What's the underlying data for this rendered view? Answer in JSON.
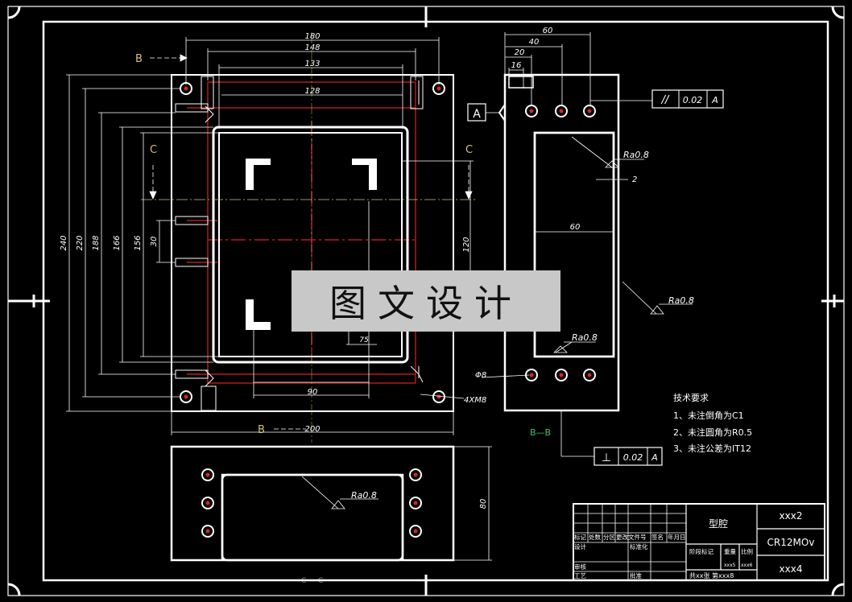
{
  "markers": {
    "section_B_top": "B",
    "section_C_left": "C",
    "section_C_right": "C",
    "section_B_bottom": "B",
    "section_BB": "B—B",
    "datum_A": "A"
  },
  "dims_top": {
    "d180": "180",
    "d148": "148",
    "d133": "133",
    "d128": "128"
  },
  "dims_left": {
    "d240": "240",
    "d220": "220",
    "d188": "188",
    "d166": "166",
    "d156": "156",
    "d30": "30"
  },
  "dims_inner": {
    "d120": "120",
    "d90": "90",
    "d75": "75",
    "d200": "200"
  },
  "dims_side": {
    "d60": "60",
    "d40": "40",
    "d20": "20",
    "d16": "16",
    "d2": "2",
    "d60b": "60"
  },
  "dims_bottom": {
    "d80": "80"
  },
  "callouts": {
    "phi8": "Φ8",
    "holes": "4XM8",
    "ra1": "Ra0.8",
    "ra2": "Ra0.8",
    "ra3": "Ra0.8",
    "ra4": "Ra0.8"
  },
  "tolerances": {
    "parallel": {
      "symbol": "//",
      "value": "0.02",
      "datum": "A"
    },
    "perpendicular": {
      "symbol": "⊥",
      "value": "0.02",
      "datum": "A"
    }
  },
  "notes": {
    "title": "技术要求",
    "line1": "1、未注倒角为C1",
    "line2": "2、未注圆角为R0.5",
    "line3": "3、未注公差为IT12"
  },
  "title_block": {
    "part_name": "型腔",
    "drawing_no": "xxx2",
    "material": "CR12MOv",
    "company": "xxx4",
    "h_biaoji": "标记",
    "h_chushu": "处数",
    "h_fenqu": "分区",
    "h_wenjian": "更改文件号",
    "h_qianming": "签名",
    "h_riqi": "年月日",
    "h_sheji": "设计",
    "h_biaozhunhua": "标准化",
    "h_shenhe": "审核",
    "h_gongyi": "工艺",
    "h_pizhun": "批准",
    "h_jieduan": "阶段标记",
    "h_zhongliang": "重量",
    "h_bili": "比例",
    "weight": "xxx5",
    "scale": "xxx6",
    "sheets": "共xx张 第xxx8"
  },
  "watermark": "图文设计",
  "bottom_label": "C — C"
}
